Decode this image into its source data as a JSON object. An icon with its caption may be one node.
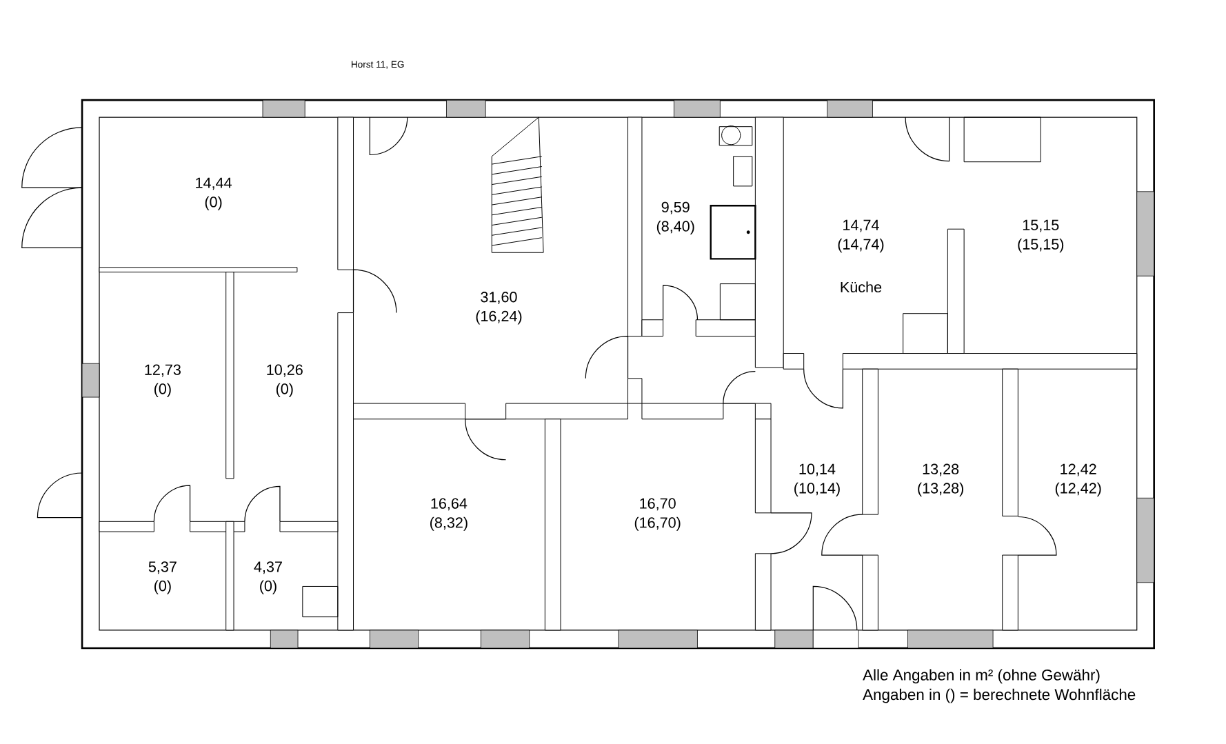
{
  "diagram": {
    "title": "Horst 11, EG",
    "labels": [
      "14,44",
      "(0)",
      "31,60",
      "(16,24)",
      "9,59",
      "(8,40)",
      "14,74",
      "(14,74)",
      "15,15",
      "(15,15)",
      "Küche",
      "12,73",
      "(0)",
      "10,26",
      "(0)",
      "10,14",
      "(10,14)",
      "13,28",
      "(13,28)",
      "12,42",
      "(12,42)",
      "16,64",
      "(8,32)",
      "16,70",
      "(16,70)",
      "5,37",
      "(0)",
      "4,37",
      "(0)",
      "Alle Angaben in m² (ohne Gewähr)",
      "Angaben in () = berechnete Wohnfläche"
    ]
  }
}
